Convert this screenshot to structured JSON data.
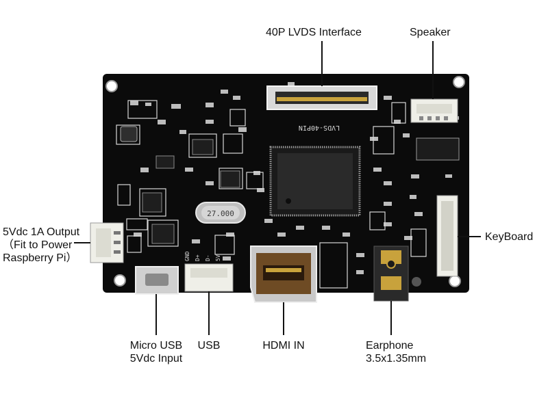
{
  "labels": {
    "lvds": "40P LVDS Interface",
    "speaker": "Speaker",
    "power_output": [
      "5Vdc 1A Output",
      "（Fit to Power",
      "Raspberry Pi）"
    ],
    "keyboard": "KeyBoard",
    "micro_usb": [
      "Micro USB",
      "5Vdc Input"
    ],
    "usb": "USB",
    "hdmi": "HDMI IN",
    "earphone": [
      "Earphone",
      "3.5x1.35mm"
    ]
  },
  "pcb_marks": {
    "lvds_silk": "LVDS-40PIN",
    "crystal": "27.000",
    "usb_pins": [
      "GND",
      "D+",
      "D-",
      "5V"
    ]
  },
  "colors": {
    "pcb": "#0b0b0b",
    "silk": "#d8d8d8",
    "metal": "#c9c9c9",
    "connector": "#efefe8",
    "gold": "#c8a23c",
    "chip": "#2a2a2a"
  }
}
